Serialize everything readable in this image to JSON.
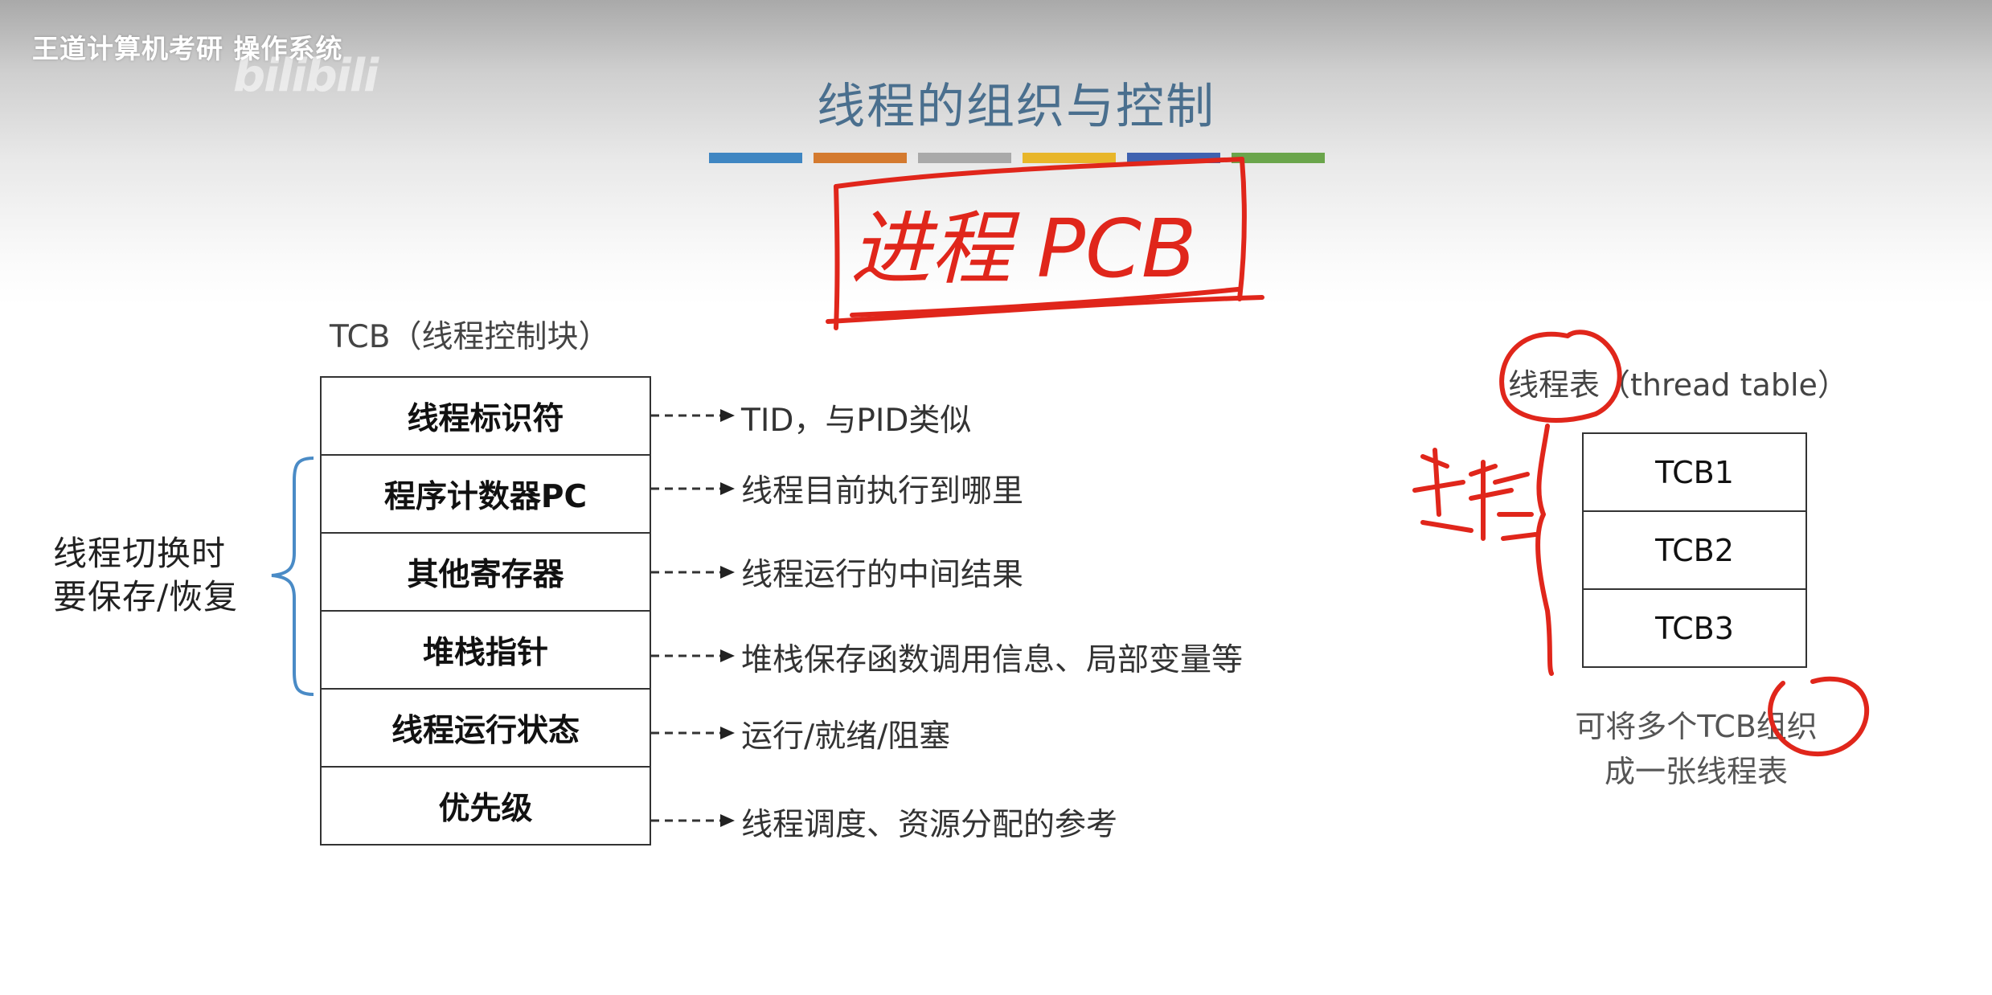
{
  "overlay": {
    "course_title": "王道计算机考研 操作系统",
    "watermark": "bilibili"
  },
  "slide": {
    "title": "线程的组织与控制",
    "color_bar": [
      "#3f86c2",
      "#d47a2f",
      "#a9a9a9",
      "#e8b62a",
      "#3f62b0",
      "#6aa54b"
    ]
  },
  "tcb": {
    "heading": "TCB（线程控制块）",
    "rows": [
      {
        "field": "线程标识符",
        "desc": "TID，与PID类似"
      },
      {
        "field": "程序计数器PC",
        "desc": "线程目前执行到哪里"
      },
      {
        "field": "其他寄存器",
        "desc": "线程运行的中间结果"
      },
      {
        "field": "堆栈指针",
        "desc": "堆栈保存函数调用信息、局部变量等"
      },
      {
        "field": "线程运行状态",
        "desc": "运行/就绪/阻塞"
      },
      {
        "field": "优先级",
        "desc": "线程调度、资源分配的参考"
      }
    ],
    "save_label_line1": "线程切换时",
    "save_label_line2": "要保存/恢复"
  },
  "thread_table": {
    "label": "线程表（thread table）",
    "rows": [
      "TCB1",
      "TCB2",
      "TCB3"
    ],
    "note_line1": "可将多个TCB组织",
    "note_line2": "成一张线程表"
  },
  "annotations": {
    "ink_color": "#e0261b",
    "top_handwriting": "进程 PCB",
    "side_handwriting": "进程"
  }
}
